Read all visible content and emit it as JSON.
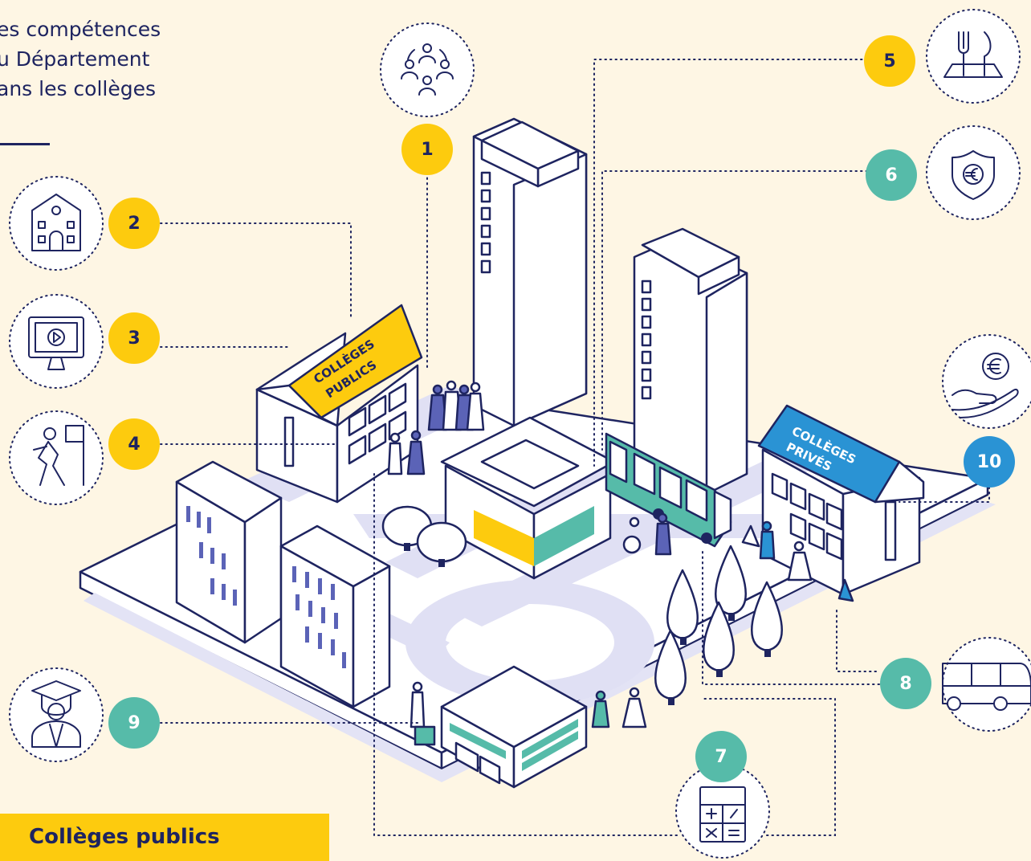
{
  "title": {
    "lines": [
      "es compétences",
      "u Département",
      "ans les collèges"
    ]
  },
  "labels": {
    "public_roof_line1": "COLLÈGES",
    "public_roof_line2": "PUBLICS",
    "private_roof_line1": "COLLÈGES",
    "private_roof_line2": "PRIVÉS"
  },
  "badges": {
    "b1": "1",
    "b2": "2",
    "b3": "3",
    "b4": "4",
    "b5": "5",
    "b6": "6",
    "b7": "7",
    "b8": "8",
    "b9": "9",
    "b10": "10"
  },
  "icons": {
    "b1": "people-circle-icon",
    "b2": "school-building-icon",
    "b3": "video-monitor-icon",
    "b4": "running-exit-icon",
    "b5": "fork-knife-plate-icon",
    "b6": "euro-shield-icon",
    "b7": "calculator-icon",
    "b8": "bus-icon",
    "b9": "graduate-icon",
    "b10": "euro-hand-icon"
  },
  "legend": {
    "label": "Collèges publics"
  },
  "colors": {
    "background": "#fef6e4",
    "navy": "#1e2460",
    "yellow": "#fdcb0e",
    "teal": "#56bba9",
    "blue": "#2a93d4",
    "road": "#e0e0f4"
  }
}
